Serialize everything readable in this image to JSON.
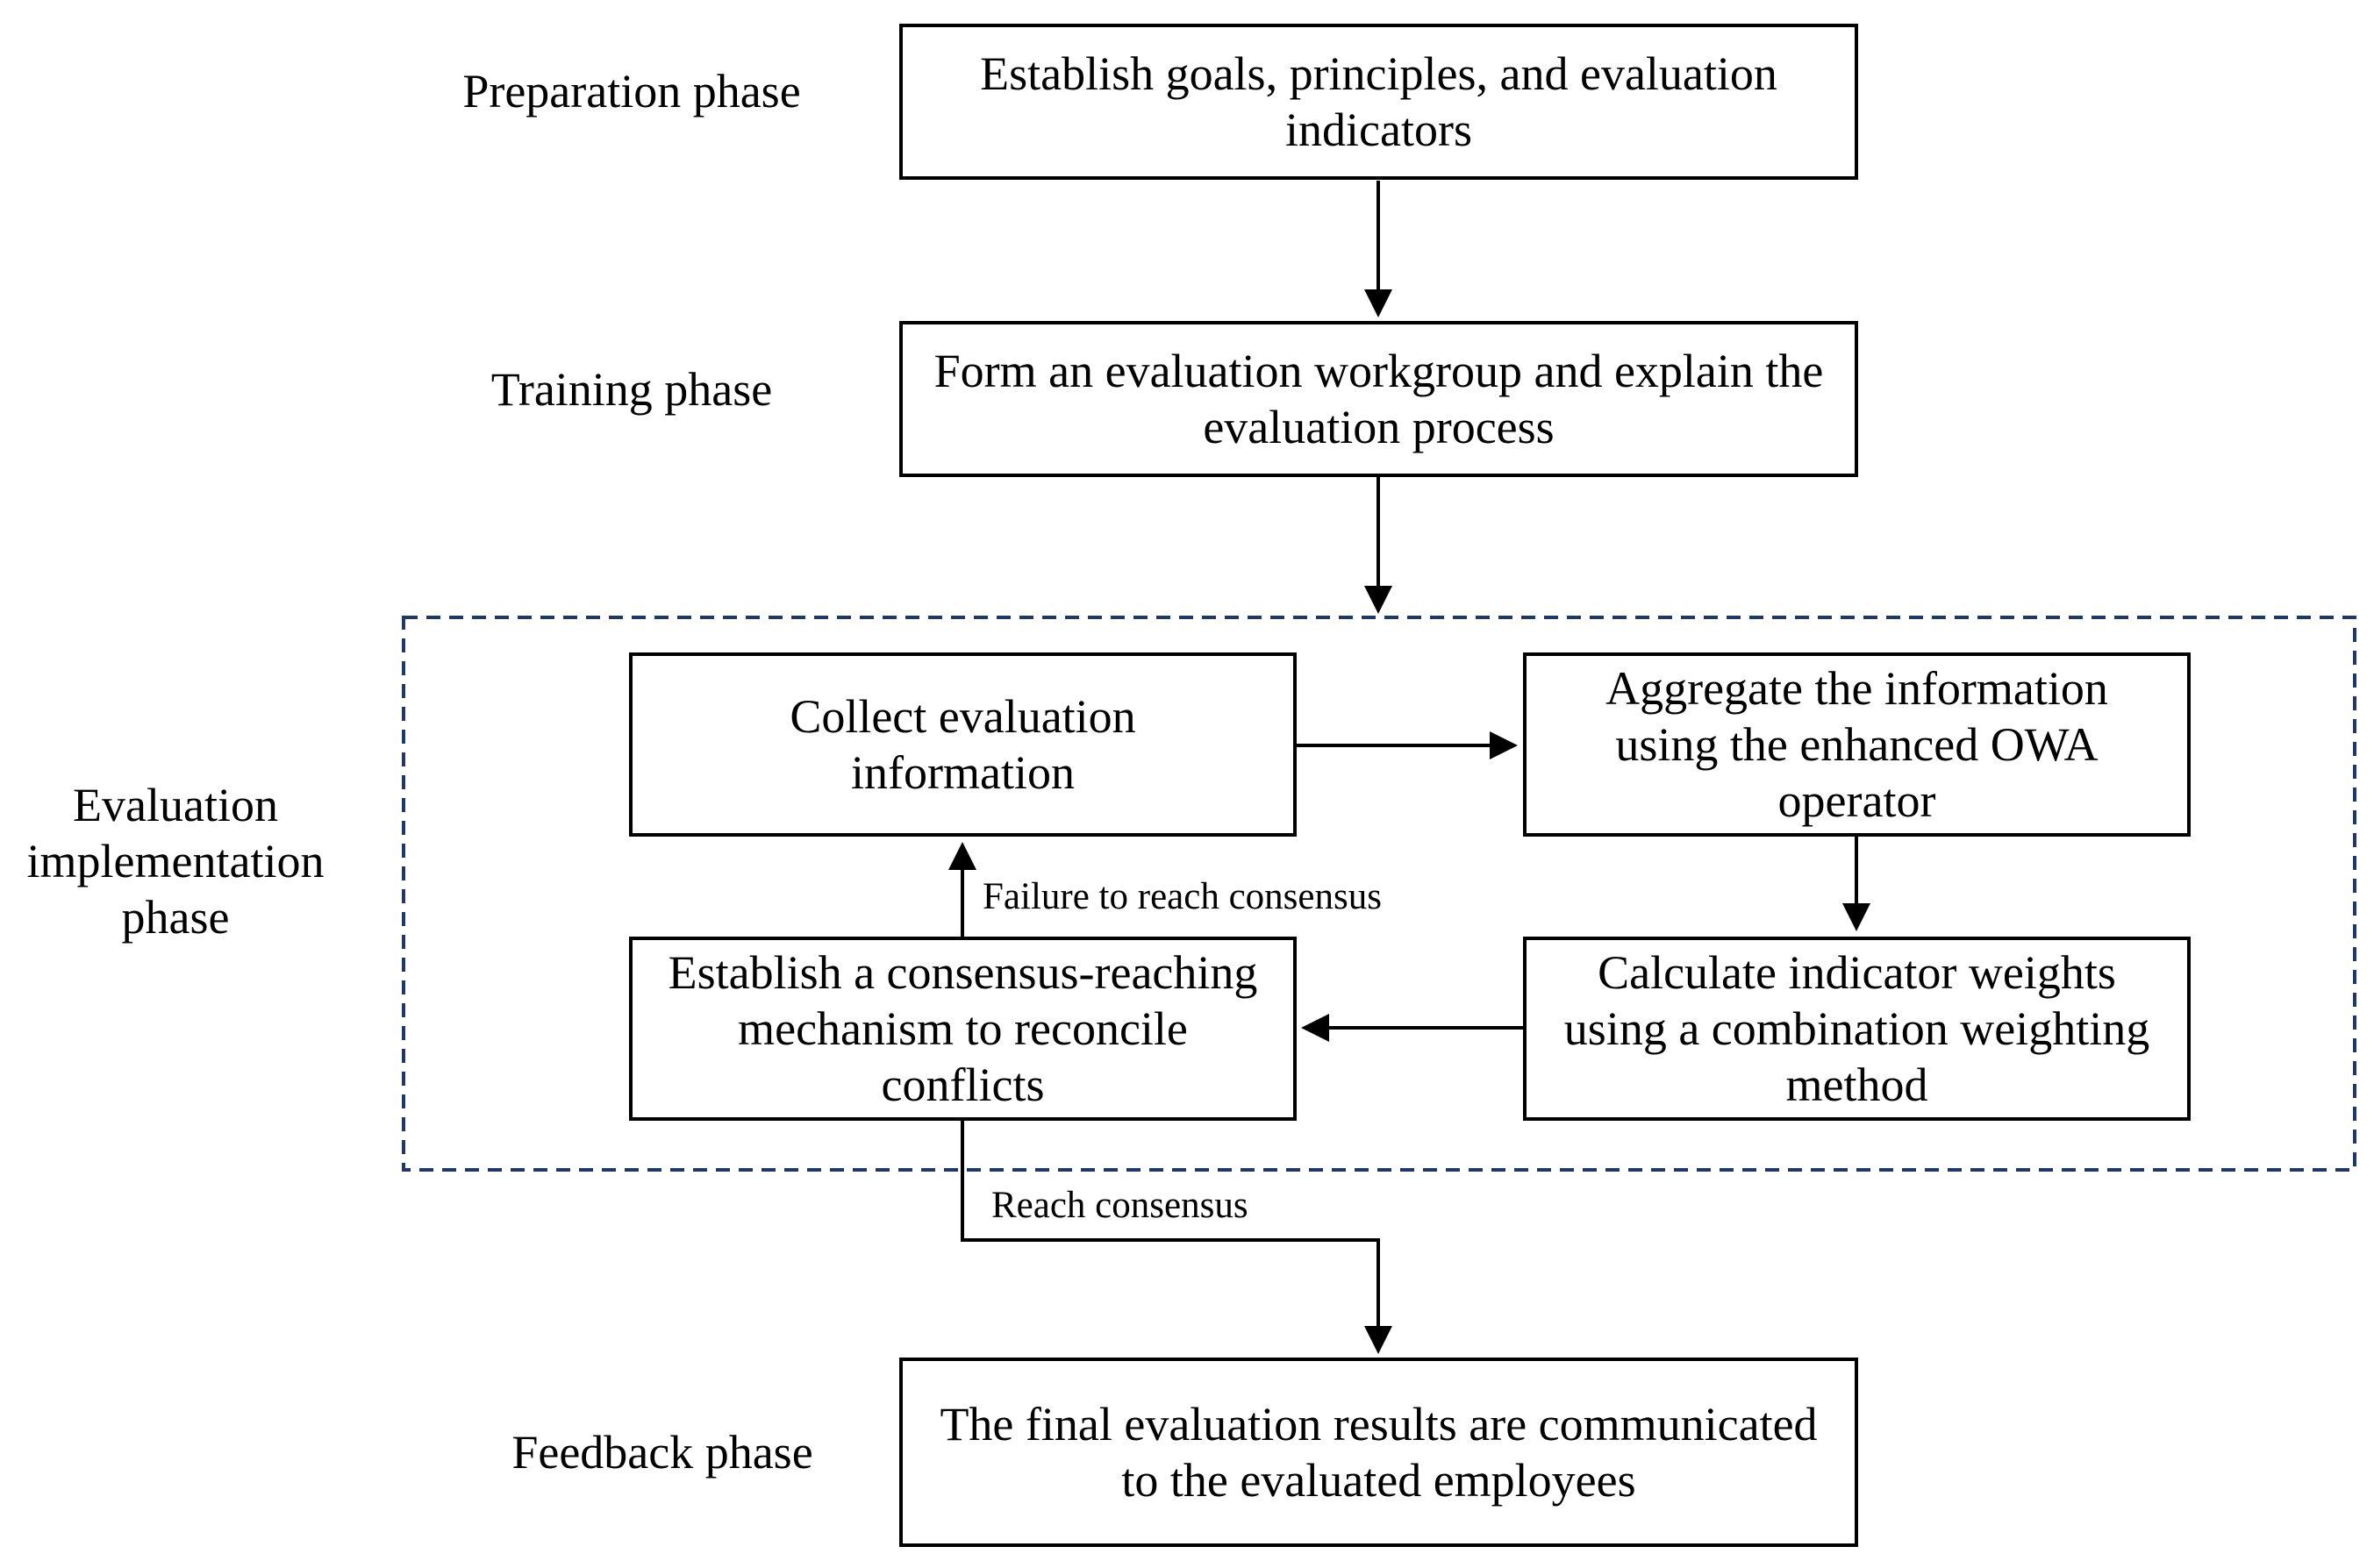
{
  "phases": {
    "preparation": "Preparation phase",
    "training": "Training phase",
    "evaluation_implementation": "Evaluation implementation phase",
    "feedback": "Feedback phase"
  },
  "steps": {
    "establish_goals": "Establish goals, principles, and evaluation indicators",
    "form_workgroup": "Form an evaluation workgroup and explain the evaluation process",
    "collect_information": "Collect evaluation information",
    "aggregate_information": "Aggregate the information using the enhanced OWA operator",
    "calculate_weights": "Calculate indicator weights using a combination weighting method",
    "consensus_mechanism": "Establish a consensus-reaching mechanism to reconcile conflicts",
    "final_results": "The final evaluation results are communicated to the evaluated employees"
  },
  "edges": {
    "failure_label": "Failure to reach consensus",
    "reach_label": "Reach consensus"
  },
  "colors": {
    "line": "#000000",
    "dashed_border": "#1f3864"
  }
}
